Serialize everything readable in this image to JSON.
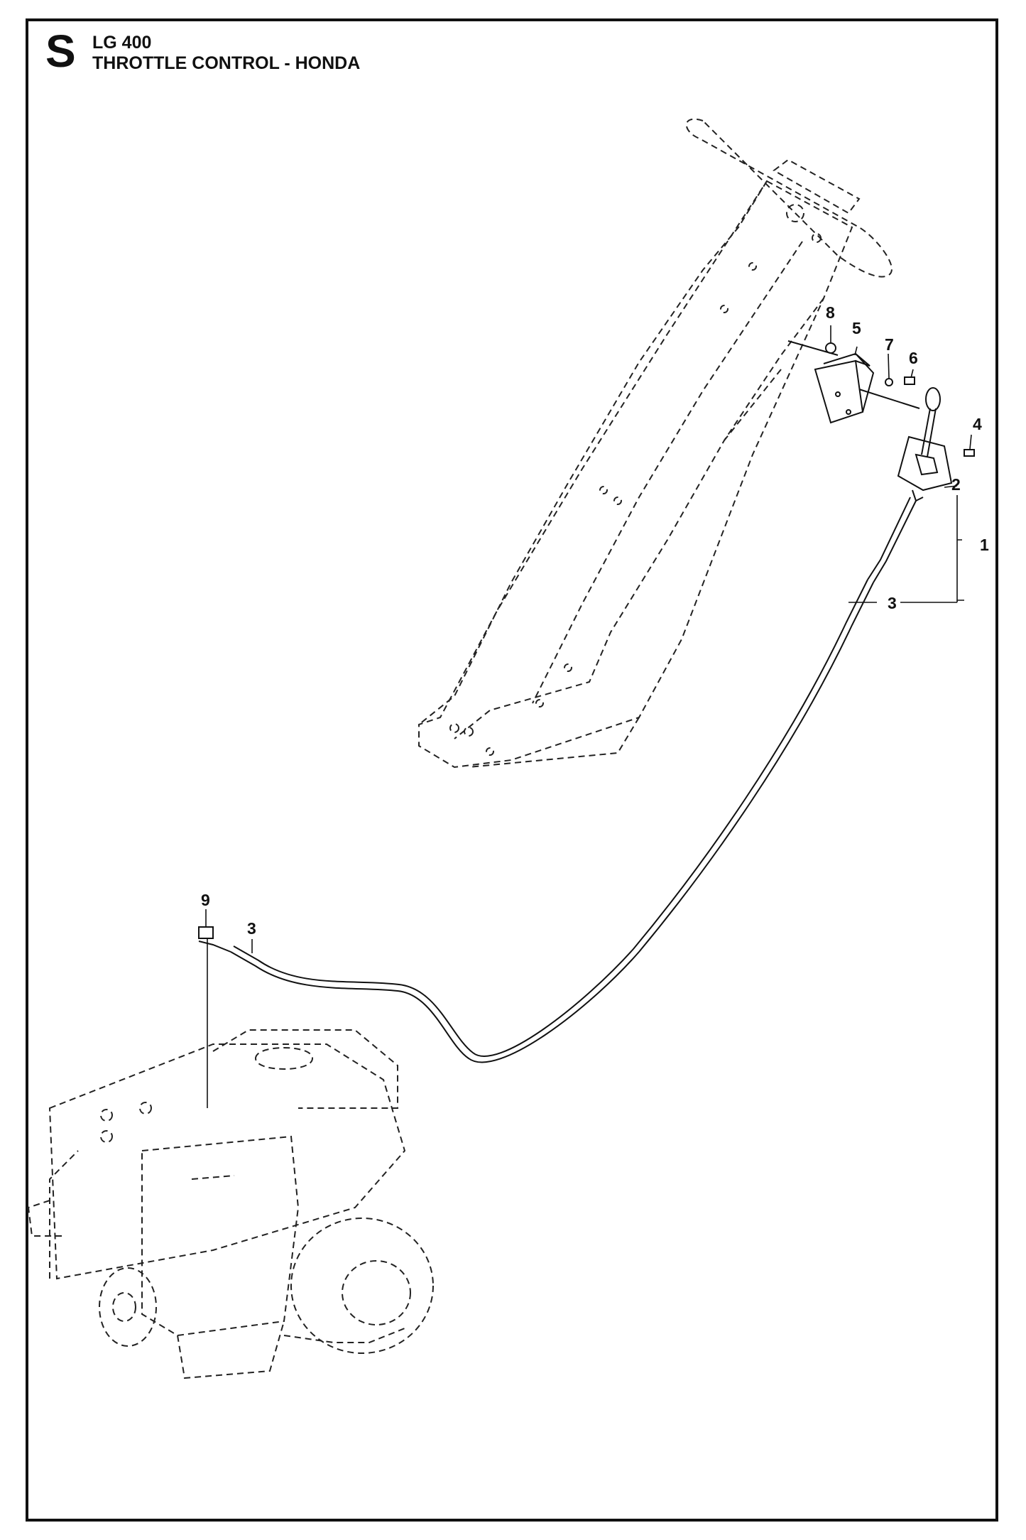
{
  "header": {
    "section_letter": "S",
    "model": "LG 400",
    "title": "THROTTLE CONTROL - HONDA"
  },
  "callouts": {
    "c1": "1",
    "c2": "2",
    "c3_upper": "3",
    "c3_lower": "3",
    "c4": "4",
    "c5": "5",
    "c6": "6",
    "c7": "7",
    "c8": "8",
    "c9": "9"
  }
}
